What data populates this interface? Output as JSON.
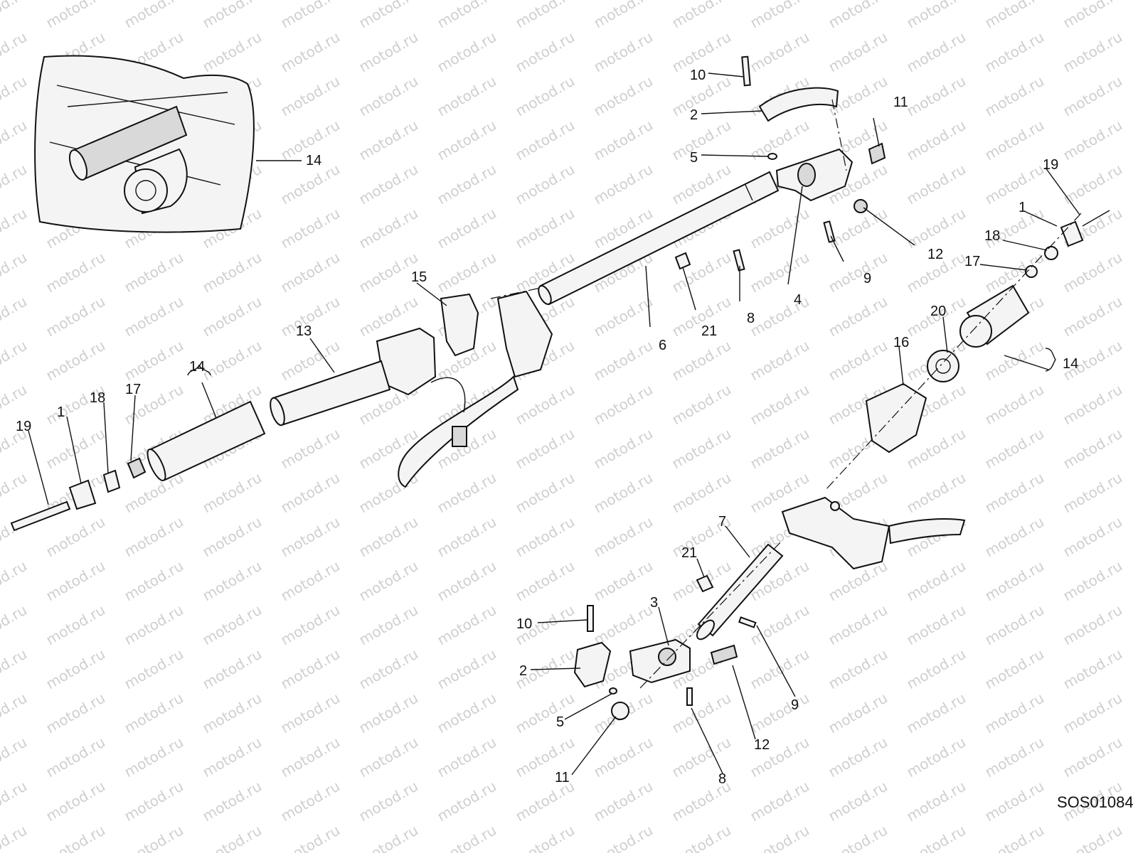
{
  "watermark": "motod.ru",
  "drawing_code": "SOS01084",
  "callouts": [
    {
      "id": "c-10-top",
      "text": "10"
    },
    {
      "id": "c-2-top",
      "text": "2"
    },
    {
      "id": "c-5-top",
      "text": "5"
    },
    {
      "id": "c-11-top",
      "text": "11"
    },
    {
      "id": "c-12-top",
      "text": "12"
    },
    {
      "id": "c-9-top",
      "text": "9"
    },
    {
      "id": "c-4",
      "text": "4"
    },
    {
      "id": "c-8-top",
      "text": "8"
    },
    {
      "id": "c-21-top",
      "text": "21"
    },
    {
      "id": "c-6",
      "text": "6"
    },
    {
      "id": "c-14-inset",
      "text": "14"
    },
    {
      "id": "c-15",
      "text": "15"
    },
    {
      "id": "c-13",
      "text": "13"
    },
    {
      "id": "c-14-left",
      "text": "14"
    },
    {
      "id": "c-19-left",
      "text": "19"
    },
    {
      "id": "c-1-left",
      "text": "1"
    },
    {
      "id": "c-18-left",
      "text": "18"
    },
    {
      "id": "c-17-left",
      "text": "17"
    },
    {
      "id": "c-19-right",
      "text": "19"
    },
    {
      "id": "c-1-right",
      "text": "1"
    },
    {
      "id": "c-18-right",
      "text": "18"
    },
    {
      "id": "c-17-right",
      "text": "17"
    },
    {
      "id": "c-20",
      "text": "20"
    },
    {
      "id": "c-16",
      "text": "16"
    },
    {
      "id": "c-14-right",
      "text": "14"
    },
    {
      "id": "c-7",
      "text": "7"
    },
    {
      "id": "c-21-bottom",
      "text": "21"
    },
    {
      "id": "c-10-bottom",
      "text": "10"
    },
    {
      "id": "c-3",
      "text": "3"
    },
    {
      "id": "c-2-bottom",
      "text": "2"
    },
    {
      "id": "c-5-bottom",
      "text": "5"
    },
    {
      "id": "c-11-bottom",
      "text": "11"
    },
    {
      "id": "c-8-bottom",
      "text": "8"
    },
    {
      "id": "c-12-bottom",
      "text": "12"
    },
    {
      "id": "c-9-bottom",
      "text": "9"
    }
  ]
}
